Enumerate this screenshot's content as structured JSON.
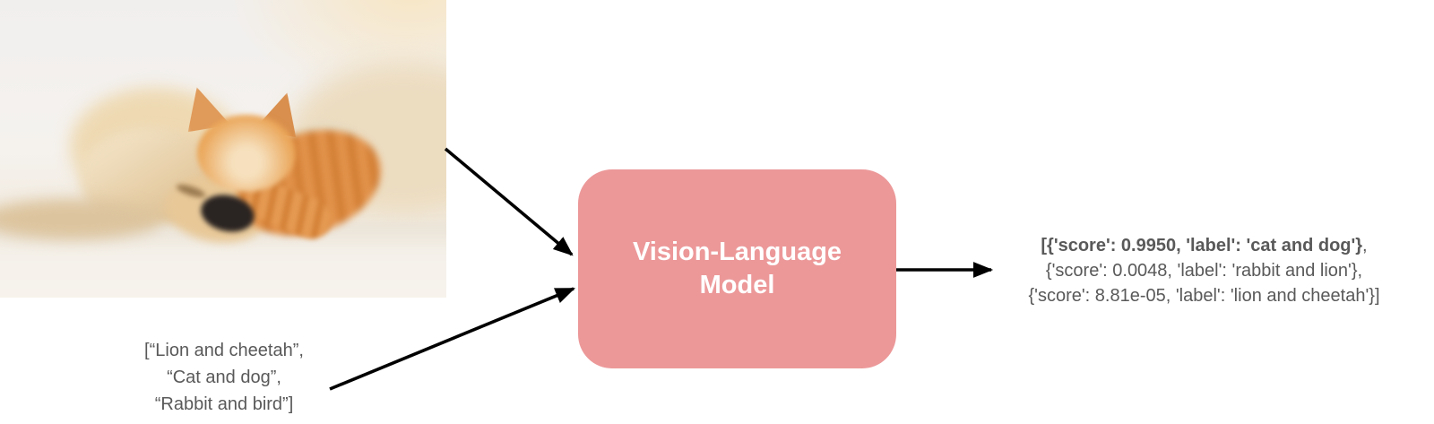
{
  "colors": {
    "model_box_fill": "#EC9899",
    "model_box_text": "#FFFFFF",
    "body_text": "#595959",
    "arrow": "#000000",
    "photo_palette": {
      "puppy_fur": "#DDBD8D",
      "kitten_orange": "#E0913F",
      "nose": "#2A2422",
      "blanket": "#F5F1EA"
    }
  },
  "prompts": {
    "lines": [
      "[“Lion and cheetah”,",
      "“Cat and dog”,",
      "“Rabbit and bird”]"
    ]
  },
  "model": {
    "line1": "Vision-Language",
    "line2": "Model"
  },
  "output": {
    "line1_bold": "[{'score': 0.9950, 'label': 'cat and dog'}",
    "line1_rest": ",",
    "line2": "{'score': 0.0048, 'label': 'rabbit and lion'},",
    "line3": "{'score': 8.81e-05, 'label': 'lion and cheetah'}]"
  }
}
